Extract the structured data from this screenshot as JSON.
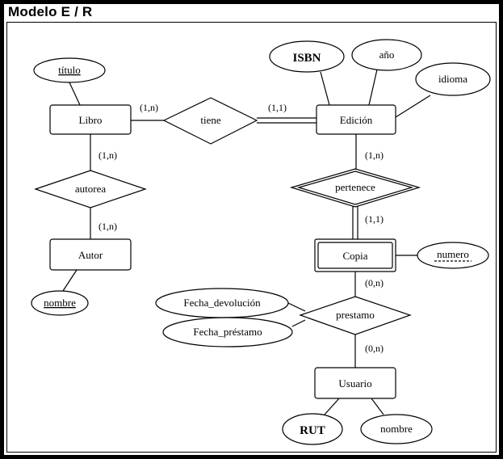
{
  "title": "Modelo E / R",
  "entities": {
    "libro": "Libro",
    "edicion": "Edición",
    "autor": "Autor",
    "copia": "Copia",
    "usuario": "Usuario"
  },
  "relationships": {
    "tiene": "tiene",
    "autorea": "autorea",
    "pertenece": "pertenece",
    "prestamo": "prestamo"
  },
  "attributes": {
    "titulo": "título",
    "isbn": "ISBN",
    "anio": "año",
    "idioma": "idioma",
    "nombre_autor": "nombre",
    "numero": "numero",
    "fecha_devolucion": "Fecha_devolución",
    "fecha_prestamo": "Fecha_préstamo",
    "rut": "RUT",
    "nombre_usuario": "nombre"
  },
  "cardinalities": {
    "libro_tiene": "(1,n)",
    "tiene_edicion": "(1,1)",
    "libro_autorea": "(1,n)",
    "autorea_autor": "(1,n)",
    "edicion_pertenece": "(1,n)",
    "pertenece_copia": "(1,1)",
    "copia_prestamo": "(0,n)",
    "prestamo_usuario": "(0,n)"
  }
}
